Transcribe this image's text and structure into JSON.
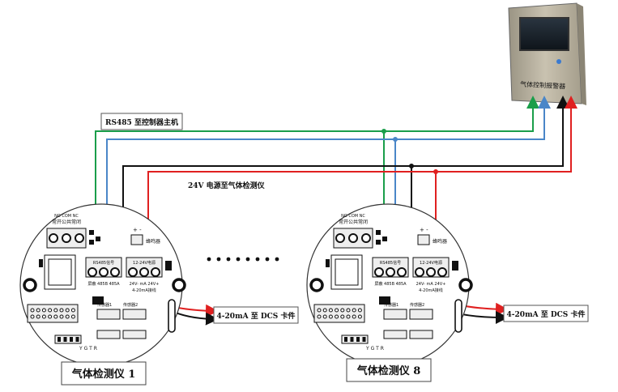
{
  "labels": {
    "rs485": "RS485 至控制器主机",
    "power24v": "24V 电源至气体检测仪",
    "dcs": "4-20mA 至 DCS 卡件",
    "controller": "气体控制报警器",
    "detector_first": "气体检测仪 1",
    "detector_last": "气体检测仪 8"
  },
  "board": {
    "relay_labels": [
      "NO",
      "COM",
      "NC"
    ],
    "relay_labels_cn": "常开公共常闭",
    "rs485_terms": "屏蔽  485B  485A",
    "rs485_caption": "RS485信号",
    "power_terms": "24V-  mA  24V+",
    "det_caption": "12-24V电源",
    "ma_caption": "4-20mA接线",
    "buzzer": "蜂鸣器",
    "sensor1": "传感器1",
    "sensor2": "传感器2",
    "ygtr": "Y G T R",
    "plus": "+",
    "minus": "-"
  },
  "colors": {
    "green": "#1a9e4a",
    "blue": "#4a86c8",
    "red": "#e02020",
    "black": "#111111",
    "cabinet": "#b8b1a0"
  }
}
